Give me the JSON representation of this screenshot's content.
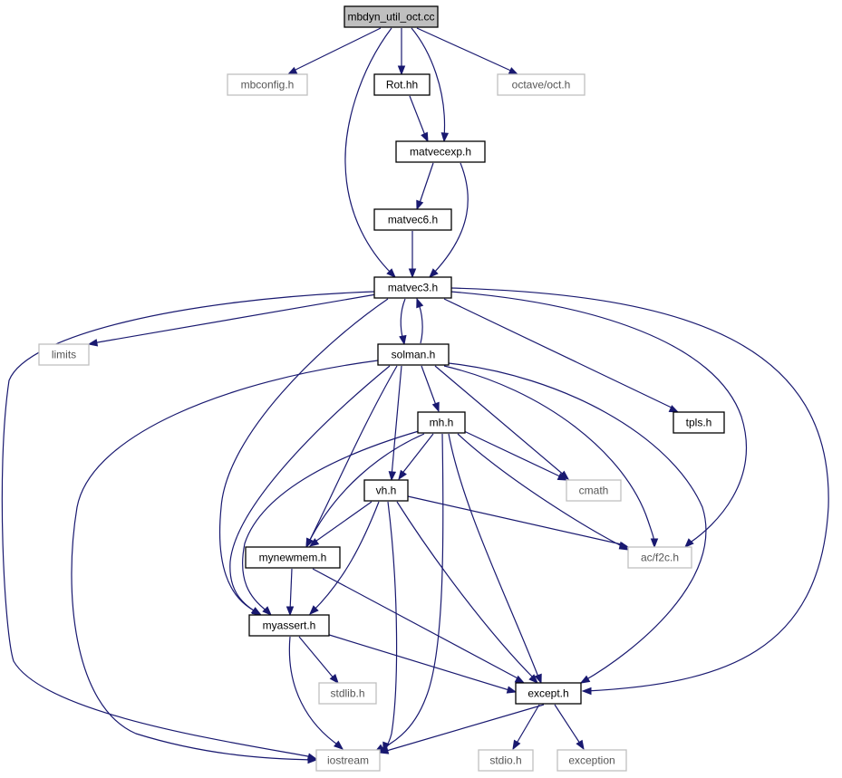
{
  "colors": {
    "edge": "#191970",
    "root_fill": "#bfbfbf",
    "node_border": "#000000",
    "external_border": "#bfbfbf"
  },
  "nodes": {
    "root": "mbdyn_util_oct.cc",
    "mbconfig": "mbconfig.h",
    "rot": "Rot.hh",
    "octave_oct": "octave/oct.h",
    "matvecexp": "matvecexp.h",
    "matvec6": "matvec6.h",
    "matvec3": "matvec3.h",
    "limits": "limits",
    "solman": "solman.h",
    "tpls": "tpls.h",
    "mh": "mh.h",
    "cmath": "cmath",
    "vh": "vh.h",
    "acf2c": "ac/f2c.h",
    "mynewmem": "mynewmem.h",
    "myassert": "myassert.h",
    "stdlib": "stdlib.h",
    "except": "except.h",
    "iostream": "iostream",
    "stdio": "stdio.h",
    "exception": "exception"
  },
  "edges": [
    [
      "root",
      "mbconfig"
    ],
    [
      "root",
      "rot"
    ],
    [
      "root",
      "matvecexp"
    ],
    [
      "root",
      "octave_oct"
    ],
    [
      "root",
      "matvec3"
    ],
    [
      "rot",
      "matvecexp"
    ],
    [
      "matvecexp",
      "matvec6"
    ],
    [
      "matvecexp",
      "matvec3"
    ],
    [
      "matvec6",
      "matvec3"
    ],
    [
      "matvec3",
      "limits"
    ],
    [
      "matvec3",
      "solman"
    ],
    [
      "matvec3",
      "tpls"
    ],
    [
      "matvec3",
      "acf2c"
    ],
    [
      "matvec3",
      "except"
    ],
    [
      "matvec3",
      "myassert"
    ],
    [
      "matvec3",
      "iostream"
    ],
    [
      "solman",
      "matvec3"
    ],
    [
      "solman",
      "mh"
    ],
    [
      "solman",
      "cmath"
    ],
    [
      "solman",
      "vh"
    ],
    [
      "solman",
      "acf2c"
    ],
    [
      "solman",
      "except"
    ],
    [
      "solman",
      "mynewmem"
    ],
    [
      "solman",
      "myassert"
    ],
    [
      "solman",
      "iostream"
    ],
    [
      "tpls",
      "acf2c"
    ],
    [
      "mh",
      "vh"
    ],
    [
      "mh",
      "cmath"
    ],
    [
      "mh",
      "acf2c"
    ],
    [
      "mh",
      "except"
    ],
    [
      "mh",
      "mynewmem"
    ],
    [
      "mh",
      "myassert"
    ],
    [
      "mh",
      "iostream"
    ],
    [
      "vh",
      "acf2c"
    ],
    [
      "vh",
      "mynewmem"
    ],
    [
      "vh",
      "myassert"
    ],
    [
      "vh",
      "except"
    ],
    [
      "vh",
      "iostream"
    ],
    [
      "mynewmem",
      "myassert"
    ],
    [
      "mynewmem",
      "except"
    ],
    [
      "myassert",
      "stdlib"
    ],
    [
      "myassert",
      "except"
    ],
    [
      "myassert",
      "iostream"
    ],
    [
      "except",
      "iostream"
    ],
    [
      "except",
      "stdio"
    ],
    [
      "except",
      "exception"
    ]
  ]
}
